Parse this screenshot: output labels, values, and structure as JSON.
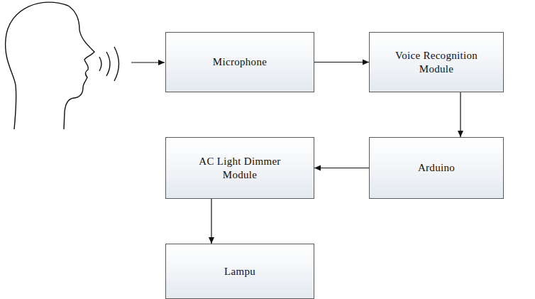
{
  "diagram": {
    "nodes": [
      {
        "text": [
          "Microphone"
        ]
      },
      {
        "text": [
          "Voice Recognition Module"
        ]
      },
      {
        "text": [
          "Arduino"
        ]
      },
      {
        "text": [
          "AC Light Dimmer Module"
        ]
      },
      {
        "text": [
          "Lampu"
        ]
      }
    ],
    "edges": [
      {
        "from": 0,
        "to": 1,
        "arrow": "to"
      },
      {
        "from": 1,
        "to": 2,
        "arrow": "to"
      },
      {
        "from": 2,
        "to": 3,
        "arrow": "to"
      },
      {
        "from": 3,
        "to": 4,
        "arrow": "to"
      }
    ]
  }
}
